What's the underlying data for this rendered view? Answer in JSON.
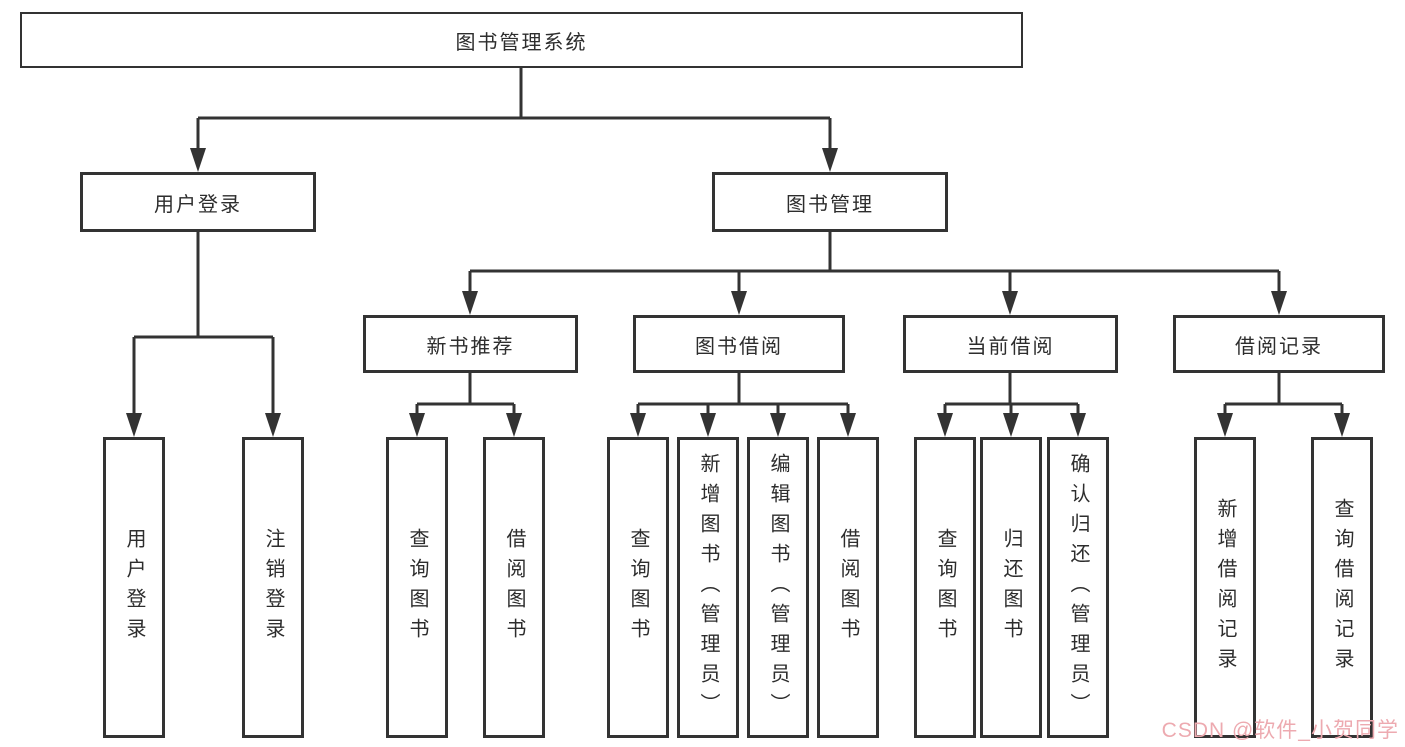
{
  "colors": {
    "line": "#333333",
    "text": "#2d2d2d",
    "box_bg": "#ffffff",
    "watermark": "#edaab0"
  },
  "watermark": {
    "text": "CSDN @软件_小贺同学"
  },
  "tree": {
    "root": {
      "label": "图书管理系统"
    },
    "branches": [
      {
        "label": "用户登录",
        "children": [
          {
            "label": "用户登录"
          },
          {
            "label": "注销登录"
          }
        ]
      },
      {
        "label": "图书管理",
        "children": [
          {
            "label": "新书推荐",
            "children": [
              {
                "label": "查询图书"
              },
              {
                "label": "借阅图书"
              }
            ]
          },
          {
            "label": "图书借阅",
            "children": [
              {
                "label": "查询图书"
              },
              {
                "label": "新增图书（管理员）"
              },
              {
                "label": "编辑图书（管理员）"
              },
              {
                "label": "借阅图书"
              }
            ]
          },
          {
            "label": "当前借阅",
            "children": [
              {
                "label": "查询图书"
              },
              {
                "label": "归还图书"
              },
              {
                "label": "确认归还（管理员）"
              }
            ]
          },
          {
            "label": "借阅记录",
            "children": [
              {
                "label": "新增借阅记录"
              },
              {
                "label": "查询借阅记录"
              }
            ]
          }
        ]
      }
    ]
  }
}
